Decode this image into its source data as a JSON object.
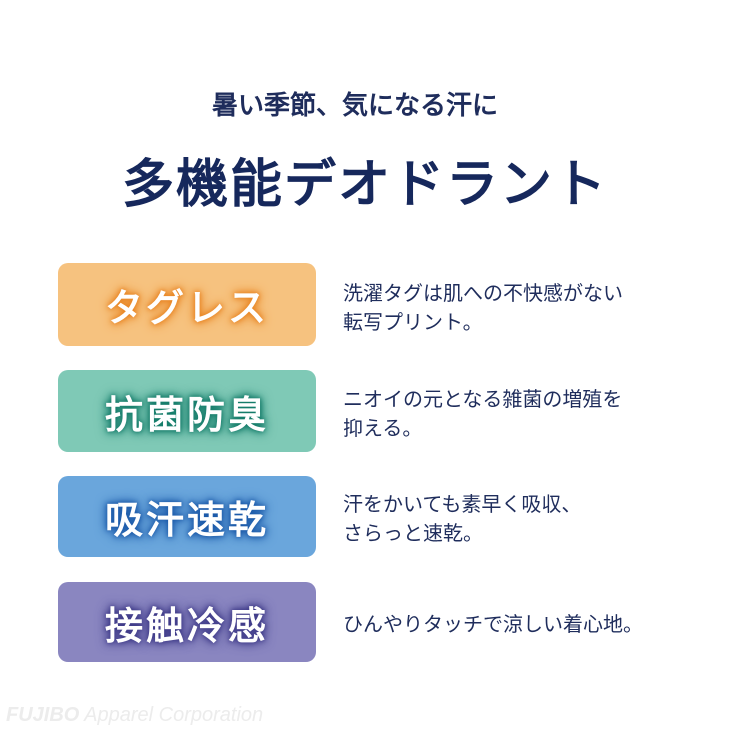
{
  "header": {
    "subtitle": "暑い季節、気になる汗に",
    "title": "多機能デオドラント"
  },
  "features": [
    {
      "label": "タグレス",
      "description_lines": [
        "洗濯タグは肌への不快感がない",
        "転写プリント。"
      ],
      "color": "#f6c27f",
      "glow": "#e8821e"
    },
    {
      "label": "抗菌防臭",
      "description_lines": [
        "ニオイの元となる雑菌の増殖を",
        "抑える。"
      ],
      "color": "#7fc9b6",
      "glow": "#127a68"
    },
    {
      "label": "吸汗速乾",
      "description_lines": [
        "汗をかいても素早く吸収、",
        "さらっと速乾。"
      ],
      "color": "#6aa6dc",
      "glow": "#1a58a8"
    },
    {
      "label": "接触冷感",
      "description_lines": [
        "ひんやりタッチで涼しい着心地。"
      ],
      "color": "#8a86c0",
      "glow": "#3e3a88"
    }
  ],
  "footer": {
    "brand": "FUJIBO",
    "brand_rest": " Apparel Corporation"
  }
}
